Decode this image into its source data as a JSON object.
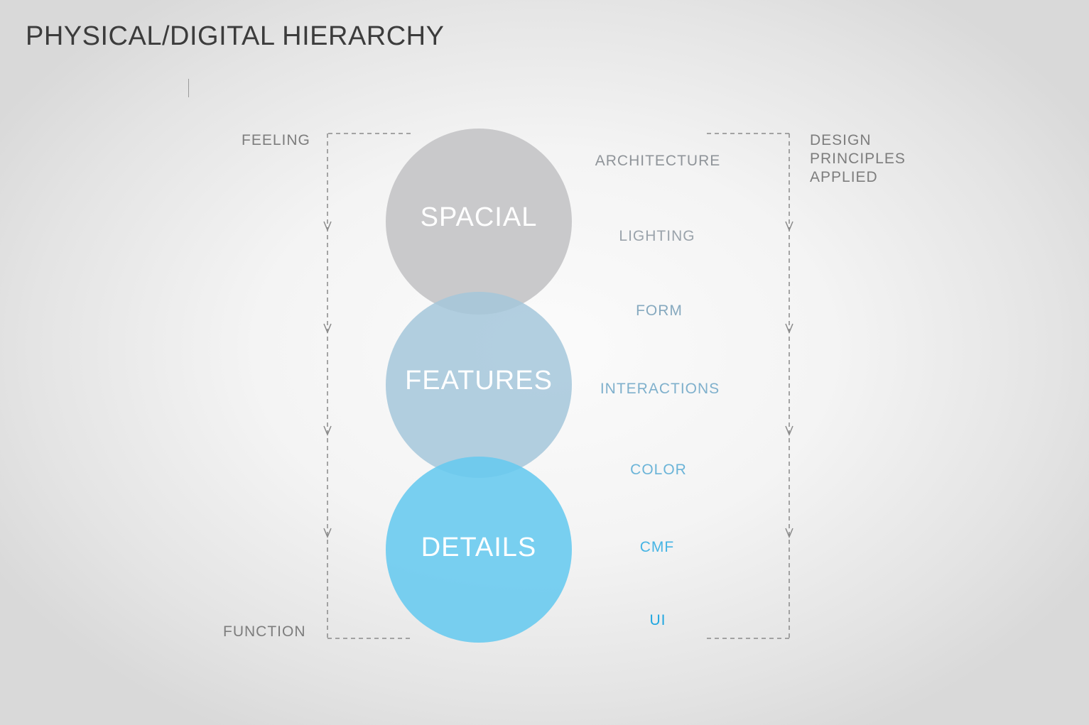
{
  "title": "PHYSICAL/DIGITAL HIERARCHY",
  "left_axis": {
    "top_label": "FEELING",
    "bottom_label": "FUNCTION"
  },
  "right_axis": {
    "lines": [
      "DESIGN",
      "PRINCIPLES",
      "APPLIED"
    ]
  },
  "circles": [
    {
      "label": "SPACIAL",
      "color": "#c9c9cb"
    },
    {
      "label": "FEATURES",
      "color": "#a4c7db"
    },
    {
      "label": "DETAILS",
      "color": "#67c9ef"
    }
  ],
  "aspects": [
    {
      "label": "ARCHITECTURE",
      "color": "#8f9499"
    },
    {
      "label": "LIGHTING",
      "color": "#9aa3ab"
    },
    {
      "label": "FORM",
      "color": "#86a9bf"
    },
    {
      "label": "INTERACTIONS",
      "color": "#7fb0cc"
    },
    {
      "label": "COLOR",
      "color": "#6bb4d8"
    },
    {
      "label": "CMF",
      "color": "#45b4e4"
    },
    {
      "label": "UI",
      "color": "#1fa6e0"
    }
  ],
  "colors": {
    "dashes": "#8a8a8a",
    "title": "#3c3c3c",
    "side_text": "#7d7d7d"
  }
}
